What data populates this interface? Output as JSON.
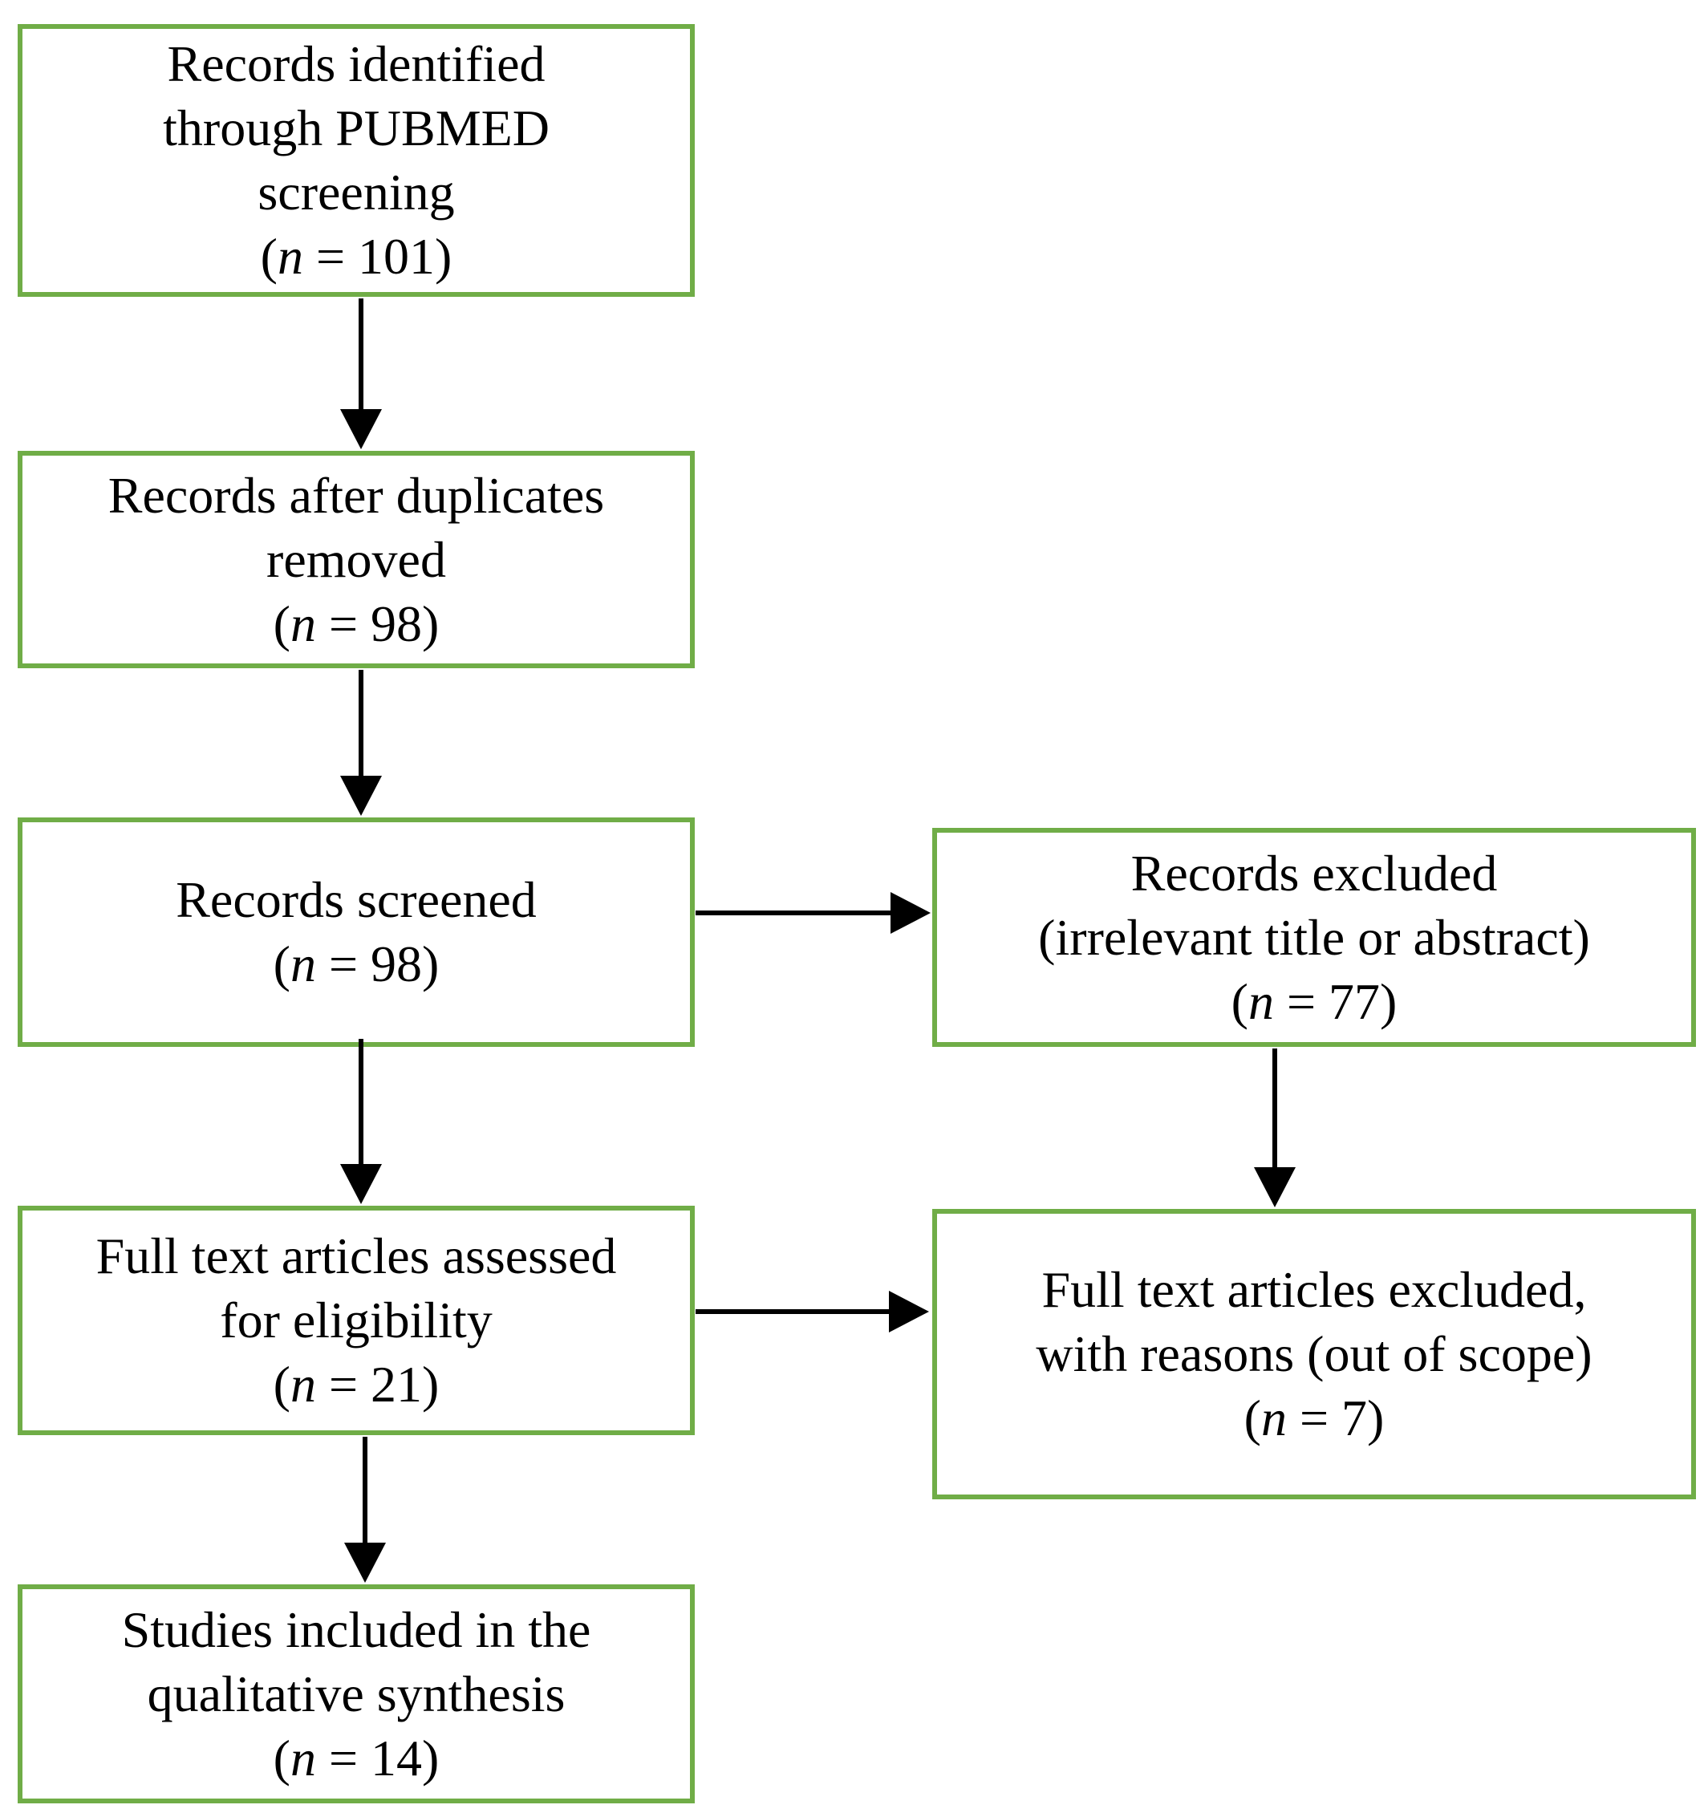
{
  "style": {
    "box_border_color": "#70ad47",
    "arrow_color": "#000000",
    "text_color": "#000000",
    "background_color": "#ffffff"
  },
  "boxes": {
    "identified": {
      "lines": [
        "Records identified",
        "through PUBMED",
        "screening"
      ],
      "n_open": "(",
      "n_italic": "n",
      "n_rest": " = 101)"
    },
    "duplicates_removed": {
      "lines": [
        "Records after duplicates",
        "removed"
      ],
      "n_open": "(",
      "n_italic": "n",
      "n_rest": " = 98)"
    },
    "screened": {
      "lines": [
        "Records screened"
      ],
      "n_open": "(",
      "n_italic": "n",
      "n_rest": " = 98)"
    },
    "excluded": {
      "lines": [
        "Records excluded",
        "(irrelevant title or abstract)"
      ],
      "n_open": "(",
      "n_italic": "n",
      "n_rest": " = 77)"
    },
    "fulltext_assessed": {
      "lines": [
        "Full text articles assessed",
        "for eligibility"
      ],
      "n_open": "(",
      "n_italic": "n",
      "n_rest": " = 21)"
    },
    "fulltext_excluded": {
      "lines": [
        "Full text articles excluded,",
        "with reasons (out of scope)"
      ],
      "n_open": "(",
      "n_italic": "n",
      "n_rest": " = 7)"
    },
    "included": {
      "lines": [
        "Studies included in the",
        "qualitative synthesis"
      ],
      "n_open": "(",
      "n_italic": "n",
      "n_rest": " = 14)"
    }
  }
}
